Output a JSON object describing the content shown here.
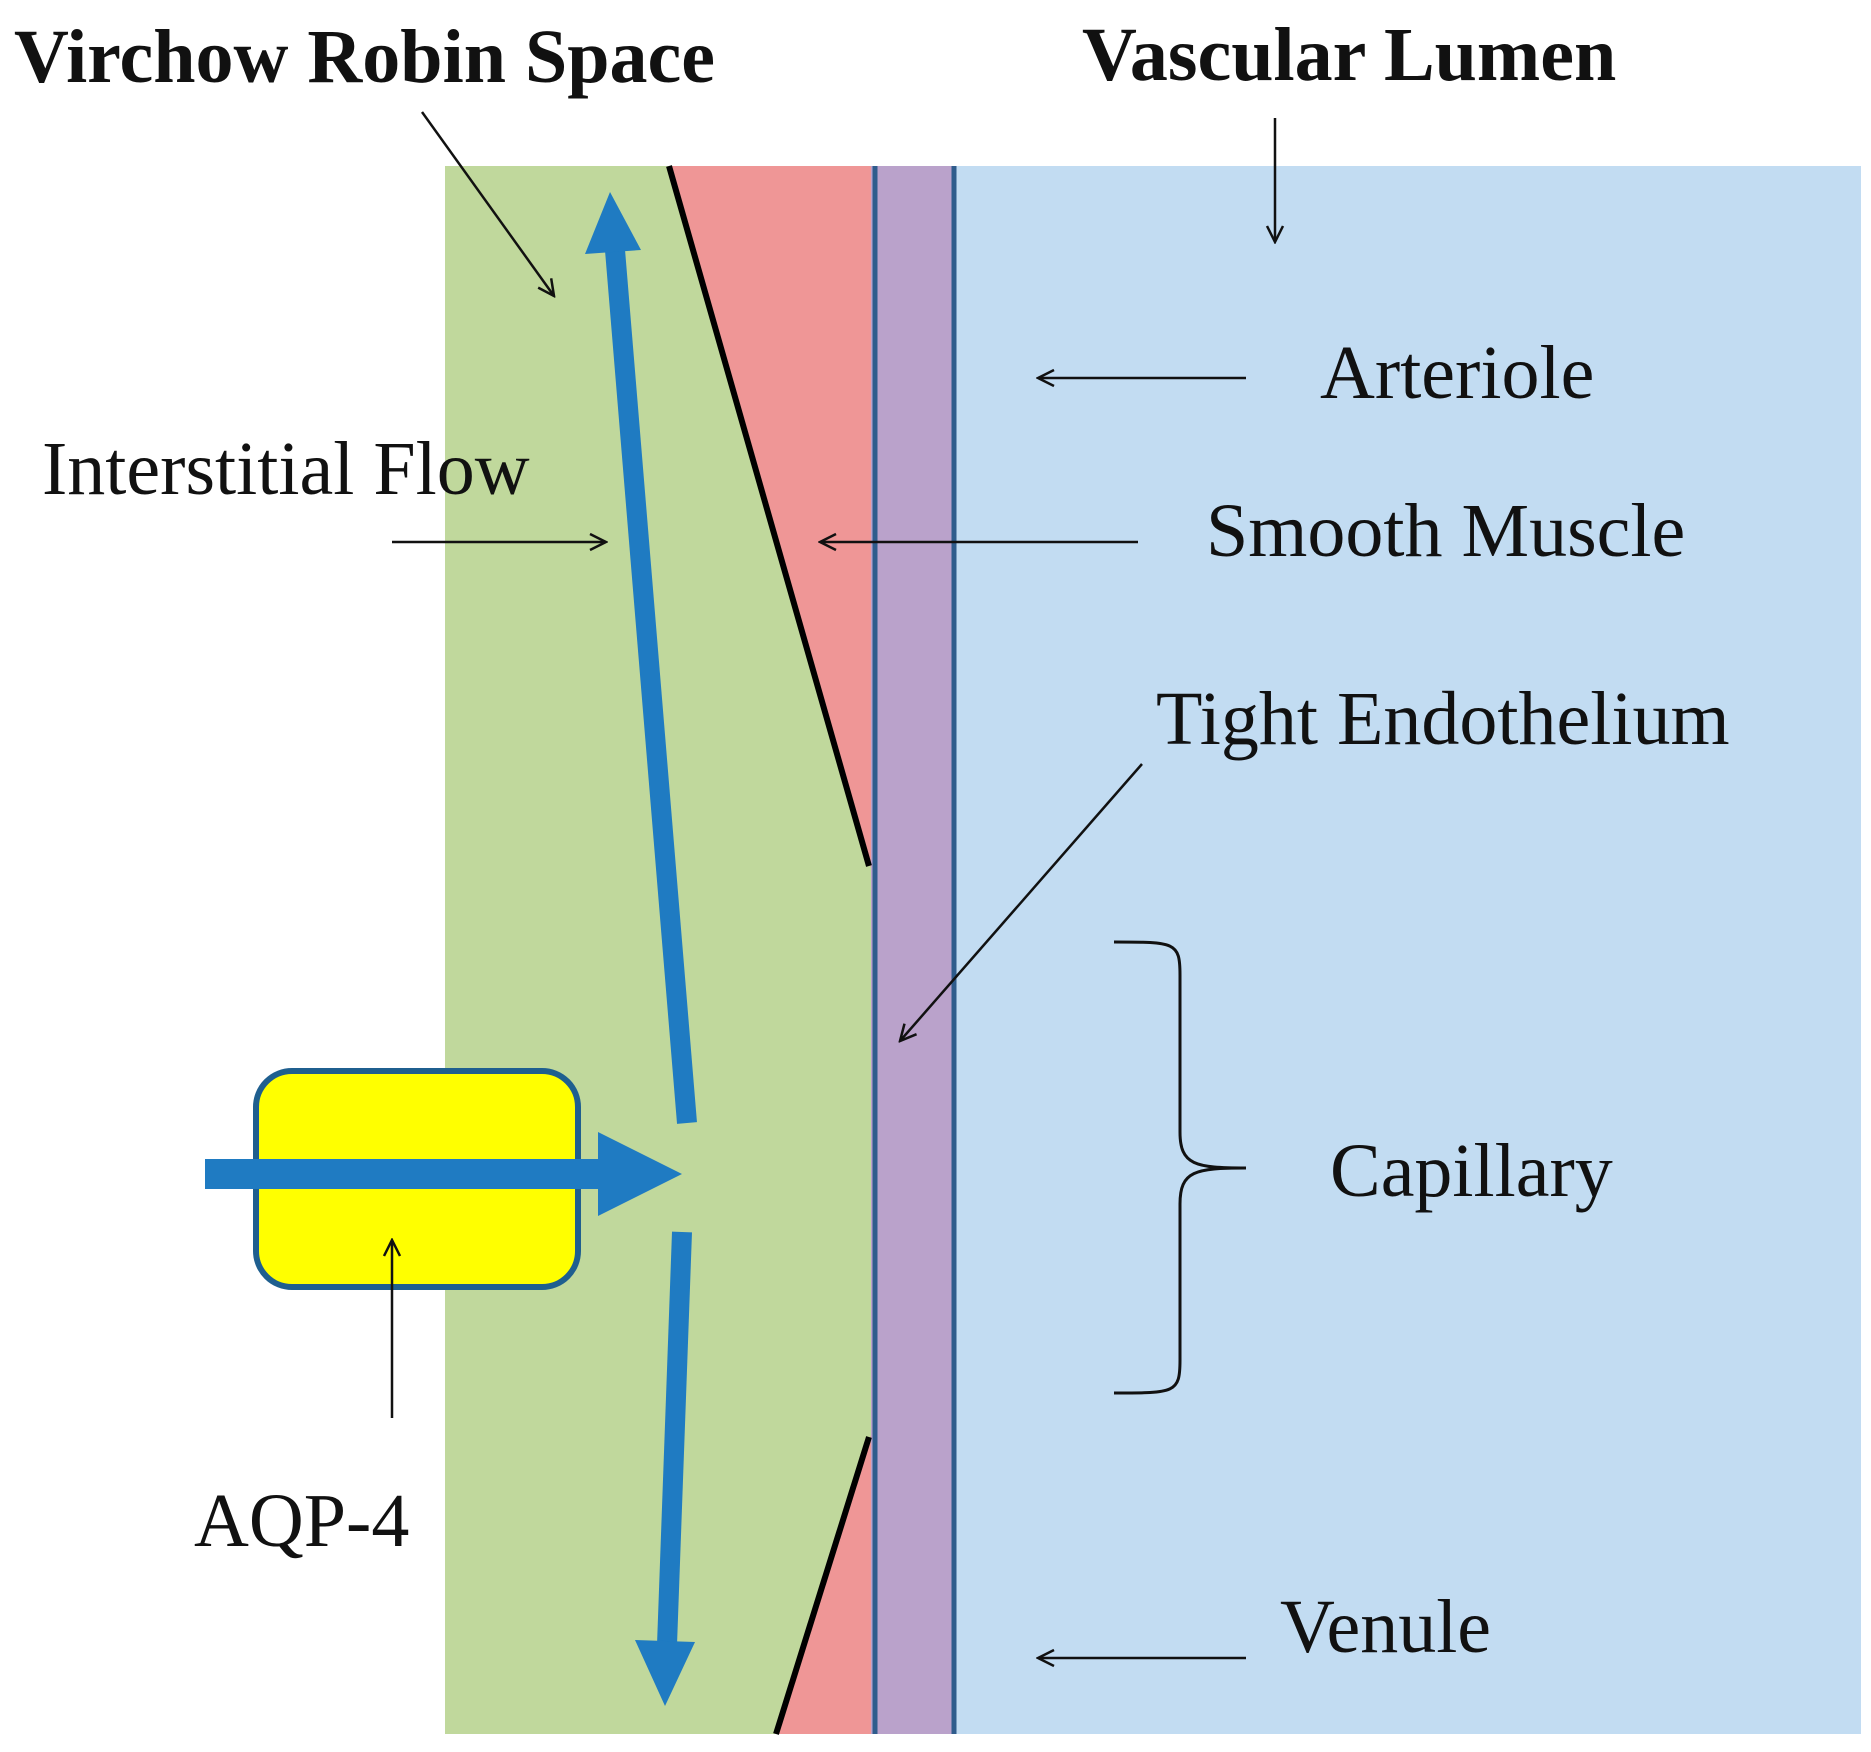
{
  "labels": {
    "virchow_robin_space": "Virchow Robin Space",
    "vascular_lumen": "Vascular Lumen",
    "arteriole": "Arteriole",
    "interstitial_flow": "Interstitial Flow",
    "smooth_muscle": "Smooth Muscle",
    "tight_endothelium": "Tight Endothelium",
    "capillary": "Capillary",
    "aqp4": "AQP-4",
    "venule": "Venule"
  },
  "colors": {
    "virchow_robin_space": "#c0d89c",
    "smooth_muscle": "#ef9696",
    "endothelium": "#baa2cb",
    "vascular_lumen": "#c2dcf2",
    "flow_arrow": "#1f7bc2",
    "aqp4": "#ffff00",
    "aqp4_border": "#1f5f8f",
    "outline": "#2f5c8c"
  }
}
